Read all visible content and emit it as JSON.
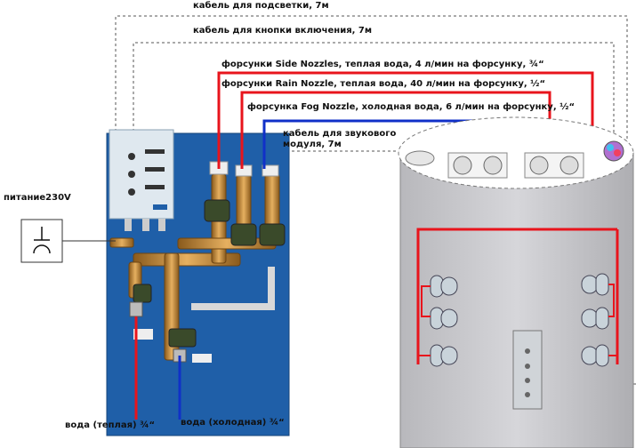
{
  "labels": {
    "cable_lighting": "кабель для подсветки, 7м",
    "cable_button": "кабель для кнопки включения, 7м",
    "side_nozzles": "форсунки Side Nozzles, теплая вода, 4 л/мин на форсунку, ¾“",
    "rain_nozzle": "форсунки Rain Nozzle, теплая вода, 40 л/мин на форсунку, ½“",
    "fog_nozzle": "форсунка Fog Nozzle, холодная вода, 6 л/мин на форсунку, ½“",
    "sound_cable_line1": "кабель для звукового",
    "sound_cable_line2": "модуля, 7м",
    "power": "питание230V",
    "water_warm": "вода (теплая) ¾“",
    "water_cold": "вода (холодная) ¾“"
  },
  "colors": {
    "hot_line": "#e8141c",
    "cold_line": "#1030c8",
    "panel": "#1f5fa8",
    "cable_dashed": "#555555",
    "brass": "#c98a3a"
  }
}
